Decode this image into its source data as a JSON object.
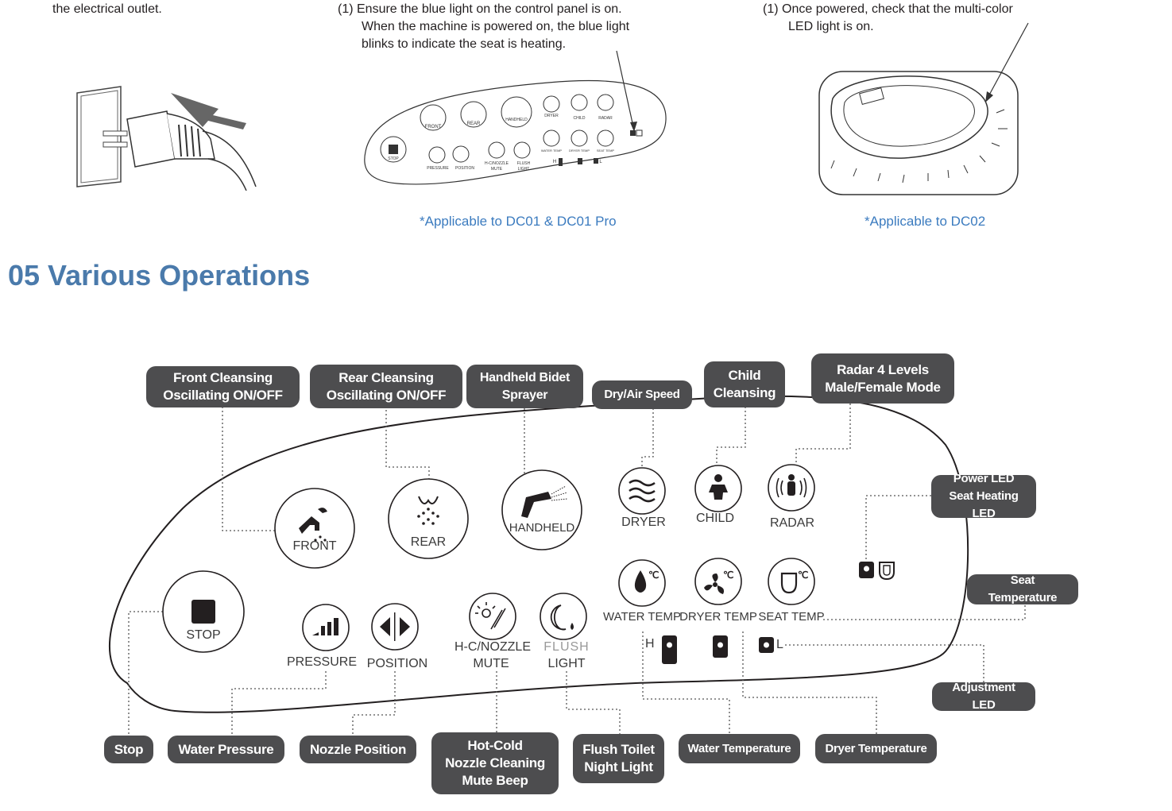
{
  "top": {
    "col1_text": "the electrical outlet.",
    "col2_lines": [
      "(1) Ensure the blue light on the control panel is on.",
      "When the machine is powered on, the blue light",
      "blinks to indicate the seat is heating."
    ],
    "col3_lines": [
      "(1) Once powered, check that the multi-color",
      "LED light is on."
    ],
    "note_dc01": "*Applicable to DC01 & DC01 Pro",
    "note_dc02": "*Applicable to DC02",
    "mini_panel": {
      "front": "FRONT",
      "rear": "REAR",
      "handheld": "HANDHELD",
      "dryer": "DRYER",
      "child": "CHILD",
      "radar": "RADAR",
      "stop": "STOP",
      "pressure": "PRESSURE",
      "position": "POSITION",
      "hc_nozzle": "H-C/NOZZLE",
      "mute": "MUTE",
      "flush": "FLUSH",
      "light": "LIGHT",
      "water_temp": "WATER TEMP",
      "dryer_temp": "DRYER TEMP",
      "seat_temp": "SEAT TEMP",
      "h": "H",
      "l": "L"
    }
  },
  "section": {
    "title": "05 Various Operations"
  },
  "panel": {
    "front": "FRONT",
    "rear": "REAR",
    "handheld": "HANDHELD",
    "dryer": "DRYER",
    "child": "CHILD",
    "radar": "RADAR",
    "stop": "STOP",
    "pressure": "PRESSURE",
    "position": "POSITION",
    "hc_nozzle": "H-C/NOZZLE",
    "mute": "MUTE",
    "flush": "FLUSH",
    "light": "LIGHT",
    "water_temp": "WATER TEMP",
    "dryer_temp": "DRYER TEMP",
    "seat_temp": "SEAT TEMP",
    "h": "H",
    "l": "L"
  },
  "callouts": {
    "front_cleansing": "Front Cleansing\nOscillating ON/OFF",
    "rear_cleansing": "Rear Cleansing\nOscillating ON/OFF",
    "handheld_bidet": "Handheld Bidet\nSprayer",
    "dry_air_speed": "Dry/Air Speed",
    "child_cleansing": "Child\nCleansing",
    "radar_levels": "Radar 4 Levels\nMale/Female Mode",
    "power_led": "Power LED\nSeat Heating LED",
    "seat_temperature": "Seat Temperature",
    "adjustment_led": "Adjustment LED",
    "stop": "Stop",
    "water_pressure": "Water Pressure",
    "nozzle_position": "Nozzle Position",
    "hot_cold": "Hot-Cold\nNozzle Cleaning\nMute Beep",
    "flush_toilet": "Flush Toilet\nNight Light",
    "water_temperature": "Water Temperature",
    "dryer_temperature": "Dryer Temperature"
  }
}
